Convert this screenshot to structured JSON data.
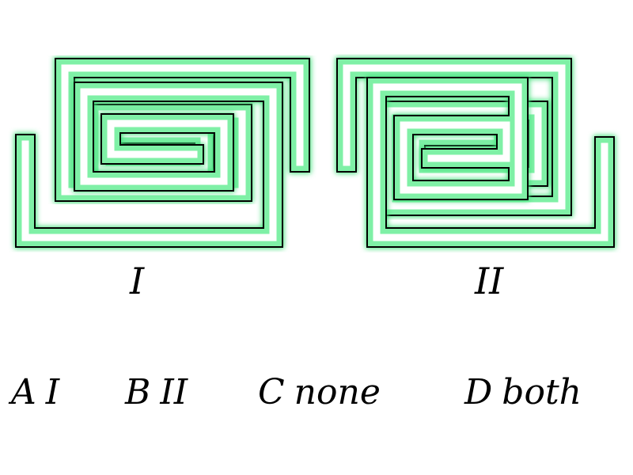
{
  "figures": [
    {
      "label": "I"
    },
    {
      "label": "II"
    }
  ],
  "choices": [
    {
      "letter": "A",
      "text": "I"
    },
    {
      "letter": "B",
      "text": "II"
    },
    {
      "letter": "C",
      "text": "none"
    },
    {
      "letter": "D",
      "text": "both"
    }
  ],
  "colors": {
    "glow": "#3fe079",
    "outline": "#000000",
    "background": "#ffffff"
  }
}
